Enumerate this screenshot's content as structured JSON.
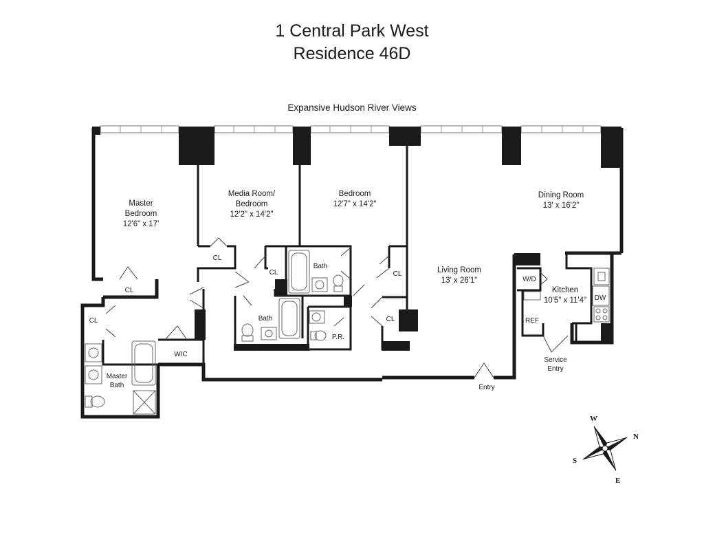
{
  "header": {
    "building": "1 Central Park West",
    "residence": "Residence 46D",
    "views": "Expansive Hudson River Views"
  },
  "rooms": {
    "master_bedroom": {
      "name1": "Master",
      "name2": "Bedroom",
      "size": "12'6\" x 17'"
    },
    "media_room": {
      "name1": "Media Room/",
      "name2": "Bedroom",
      "size": "12'2\" x 14'2\""
    },
    "bedroom": {
      "name": "Bedroom",
      "size": "12'7\" x 14'2\""
    },
    "living_room": {
      "name": "Living Room",
      "size": "13' x 26'1\""
    },
    "dining_room": {
      "name": "Dining Room",
      "size": "13' x 16'2\""
    },
    "kitchen": {
      "name": "Kitchen",
      "size": "10'5\" x 11'4\""
    },
    "master_bath": {
      "name1": "Master",
      "name2": "Bath"
    }
  },
  "labels": {
    "cl": "CL",
    "bath": "Bath",
    "pr": "P.R.",
    "wic": "WIC",
    "wd": "W/D",
    "ref": "REF",
    "dw": "DW",
    "entry": "Entry",
    "service1": "Service",
    "service2": "Entry"
  },
  "compass": {
    "w": "W",
    "n": "N",
    "s": "S",
    "e": "E"
  }
}
